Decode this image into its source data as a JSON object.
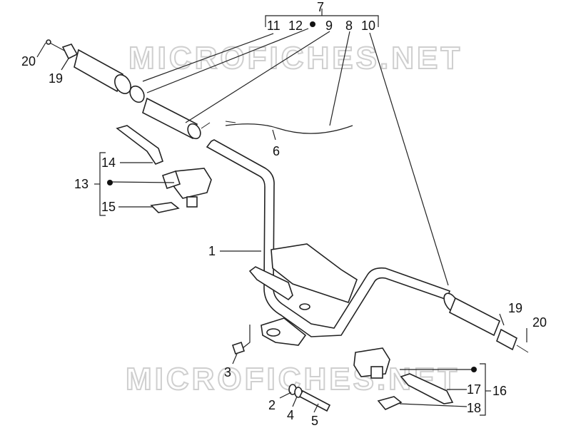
{
  "diagram": {
    "watermark": "MICROFICHES.NET",
    "callouts": {
      "p1": "1",
      "p2": "2",
      "p3": "3",
      "p4": "4",
      "p5": "5",
      "p6": "6",
      "p7": "7",
      "p8": "8",
      "p9": "9",
      "p10": "10",
      "p11": "11",
      "p12": "12",
      "p13": "13",
      "p14": "14",
      "p15": "15",
      "p16": "16",
      "p17": "17",
      "p18": "18",
      "p19_left": "19",
      "p19_right": "19",
      "p20_left": "20",
      "p20_right": "20"
    }
  }
}
